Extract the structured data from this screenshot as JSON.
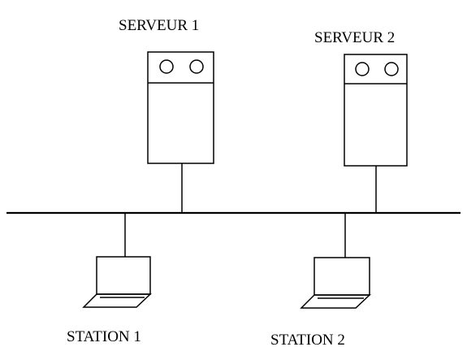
{
  "servers": [
    {
      "label": "SERVEUR 1"
    },
    {
      "label": "SERVEUR 2"
    }
  ],
  "stations": [
    {
      "label": "STATION 1"
    },
    {
      "label": "STATION 2"
    }
  ]
}
